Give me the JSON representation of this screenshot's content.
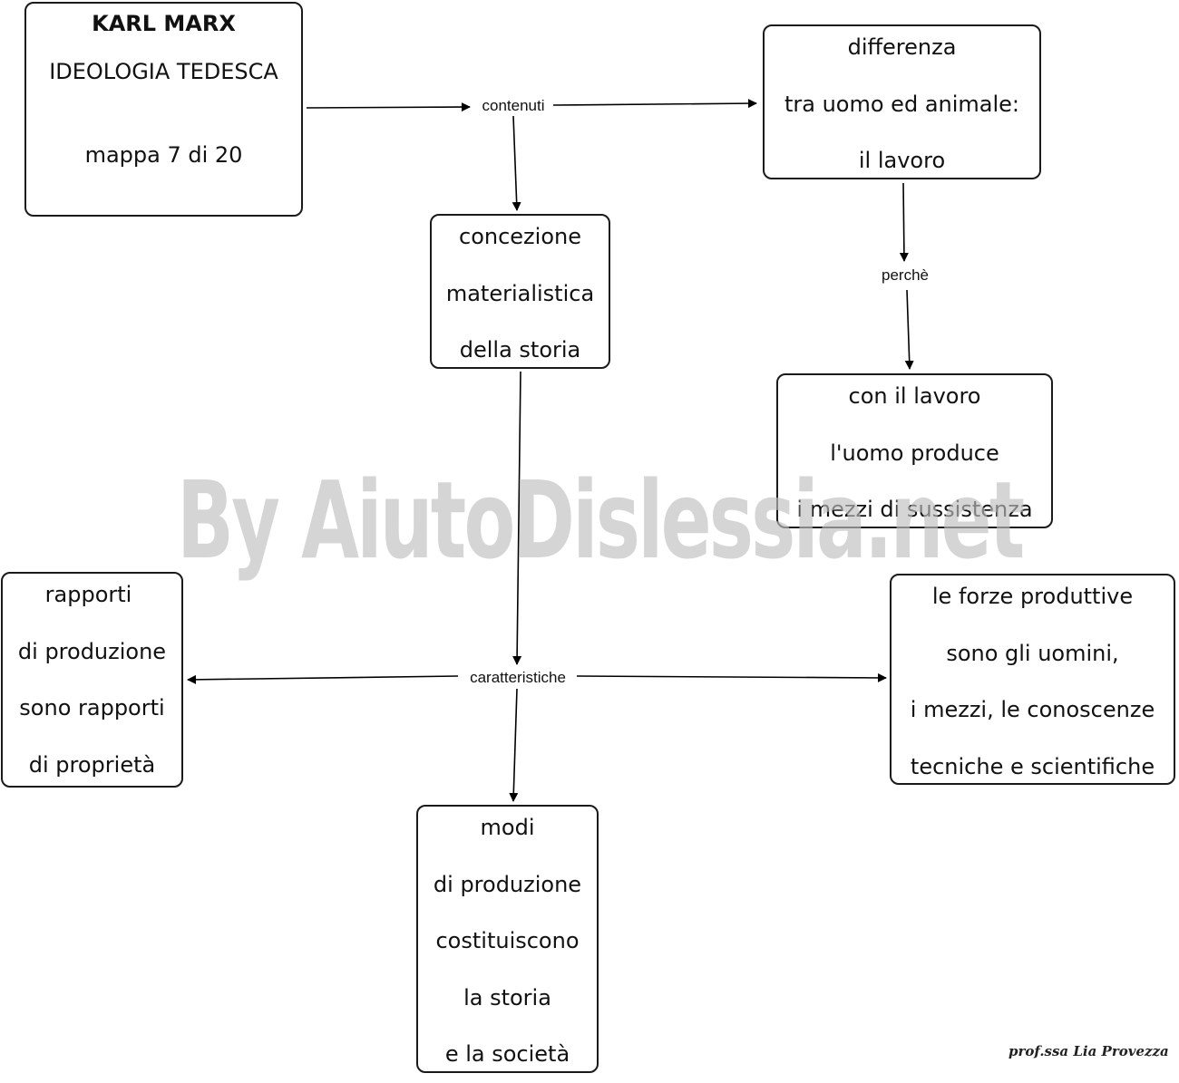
{
  "watermark": "By AiutoDislessia.net",
  "signature": "prof.ssa Lia Provezza",
  "nodes": {
    "title": {
      "heading": "KARL MARX",
      "lines": [
        "IDEOLOGIA TEDESCA",
        "mappa 7 di 20"
      ]
    },
    "differenza": {
      "lines": [
        "differenza",
        "tra uomo ed animale:",
        "il lavoro"
      ]
    },
    "concezione": {
      "lines": [
        "concezione",
        "materialistica",
        "della storia"
      ]
    },
    "lavoro": {
      "lines": [
        "con il lavoro",
        "l'uomo produce",
        "i mezzi di sussistenza"
      ]
    },
    "rapporti": {
      "lines": [
        "rapporti",
        "di produzione",
        "sono rapporti",
        "di proprietà"
      ]
    },
    "forze": {
      "lines": [
        "le forze produttive",
        "sono gli uomini,",
        "i mezzi, le conoscenze",
        "tecniche e scientifiche"
      ]
    },
    "modi": {
      "lines": [
        "modi",
        "di produzione",
        "costituiscono",
        "la storia",
        "e la società"
      ]
    }
  },
  "links": {
    "contenuti": "contenuti",
    "perche": "perchè",
    "caratteristiche": "caratteristiche"
  }
}
